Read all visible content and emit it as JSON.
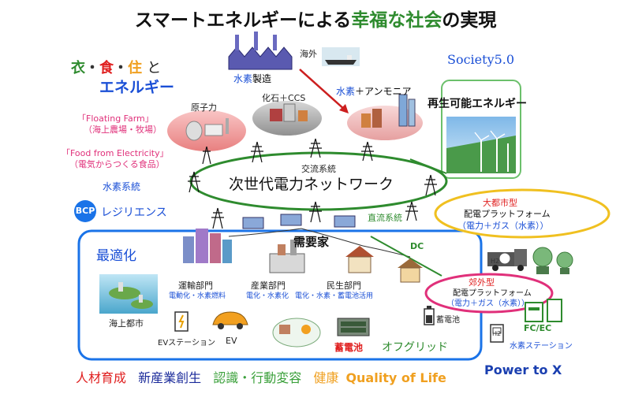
{
  "title": {
    "pre": "スマートエネルギーによる",
    "highlight": "幸福な社会",
    "post": "の実現"
  },
  "life": {
    "clothing": "衣",
    "food": "食",
    "housing": "住",
    "dot1": "・",
    "dot2": "・",
    "and": "と",
    "energy": "エネルギー"
  },
  "society": "Society5.0",
  "overseas": "海外",
  "hydrogen_prod": {
    "h": "水素",
    "rest": "製造"
  },
  "fossil_ccs": "化石＋CCS",
  "hydrogen_ammonia": {
    "h": "水素",
    "rest": "＋アンモニア"
  },
  "renewable": "再生可能エネルギー",
  "nuclear": "原子力",
  "floating_farm": {
    "line1": "「Floating Farm」",
    "line2": "（海上農場・牧場）"
  },
  "food_elec": {
    "line1": "「Food from Electricity」",
    "line2": "（電気からつくる食品）"
  },
  "ac_system": "交流系統",
  "network": "次世代電力ネットワーク",
  "h2_system": "水素系統",
  "bcp": {
    "badge": "BCP",
    "label": "レジリエンス"
  },
  "dc_system": "直流系統",
  "dc": "DC",
  "consumer": "需要家",
  "optimize": "最適化",
  "metro_platform": {
    "type": "大都市型",
    "name": "配電プラットフォーム",
    "sub": "（電力＋ガス（水素））"
  },
  "suburb_platform": {
    "type": "郊外型",
    "name": "配電プラットフォーム",
    "sub": "（電力＋ガス（水素））"
  },
  "sectors": {
    "transport": {
      "name": "運輸部門",
      "sub": "電動化・水素燃料"
    },
    "industry": {
      "name": "産業部門",
      "sub": "電化・水素化"
    },
    "residential": {
      "name": "民生部門",
      "sub": "電化・水素・蓄電池活用"
    }
  },
  "offshore_city": "海上都市",
  "ev_station": "EVステーション",
  "ev": "EV",
  "battery_small": "蓄電池",
  "battery_red": "蓄電池",
  "offgrid": "オフグリッド",
  "fcec": "FC/EC",
  "h2_station": "水素ステーション",
  "h2_badge": "H2",
  "power_to_x": "Power to X",
  "footer": {
    "hr": "人材育成",
    "new_industry": "新産業創生",
    "awareness": "認識・行動変容",
    "health": "健康",
    "qol": "Quality of Life"
  },
  "colors": {
    "accent_green": "#2e8b2e",
    "red": "#e02020",
    "blue": "#1a4fd6",
    "pink": "#e0307a",
    "orange": "#f0a020"
  }
}
